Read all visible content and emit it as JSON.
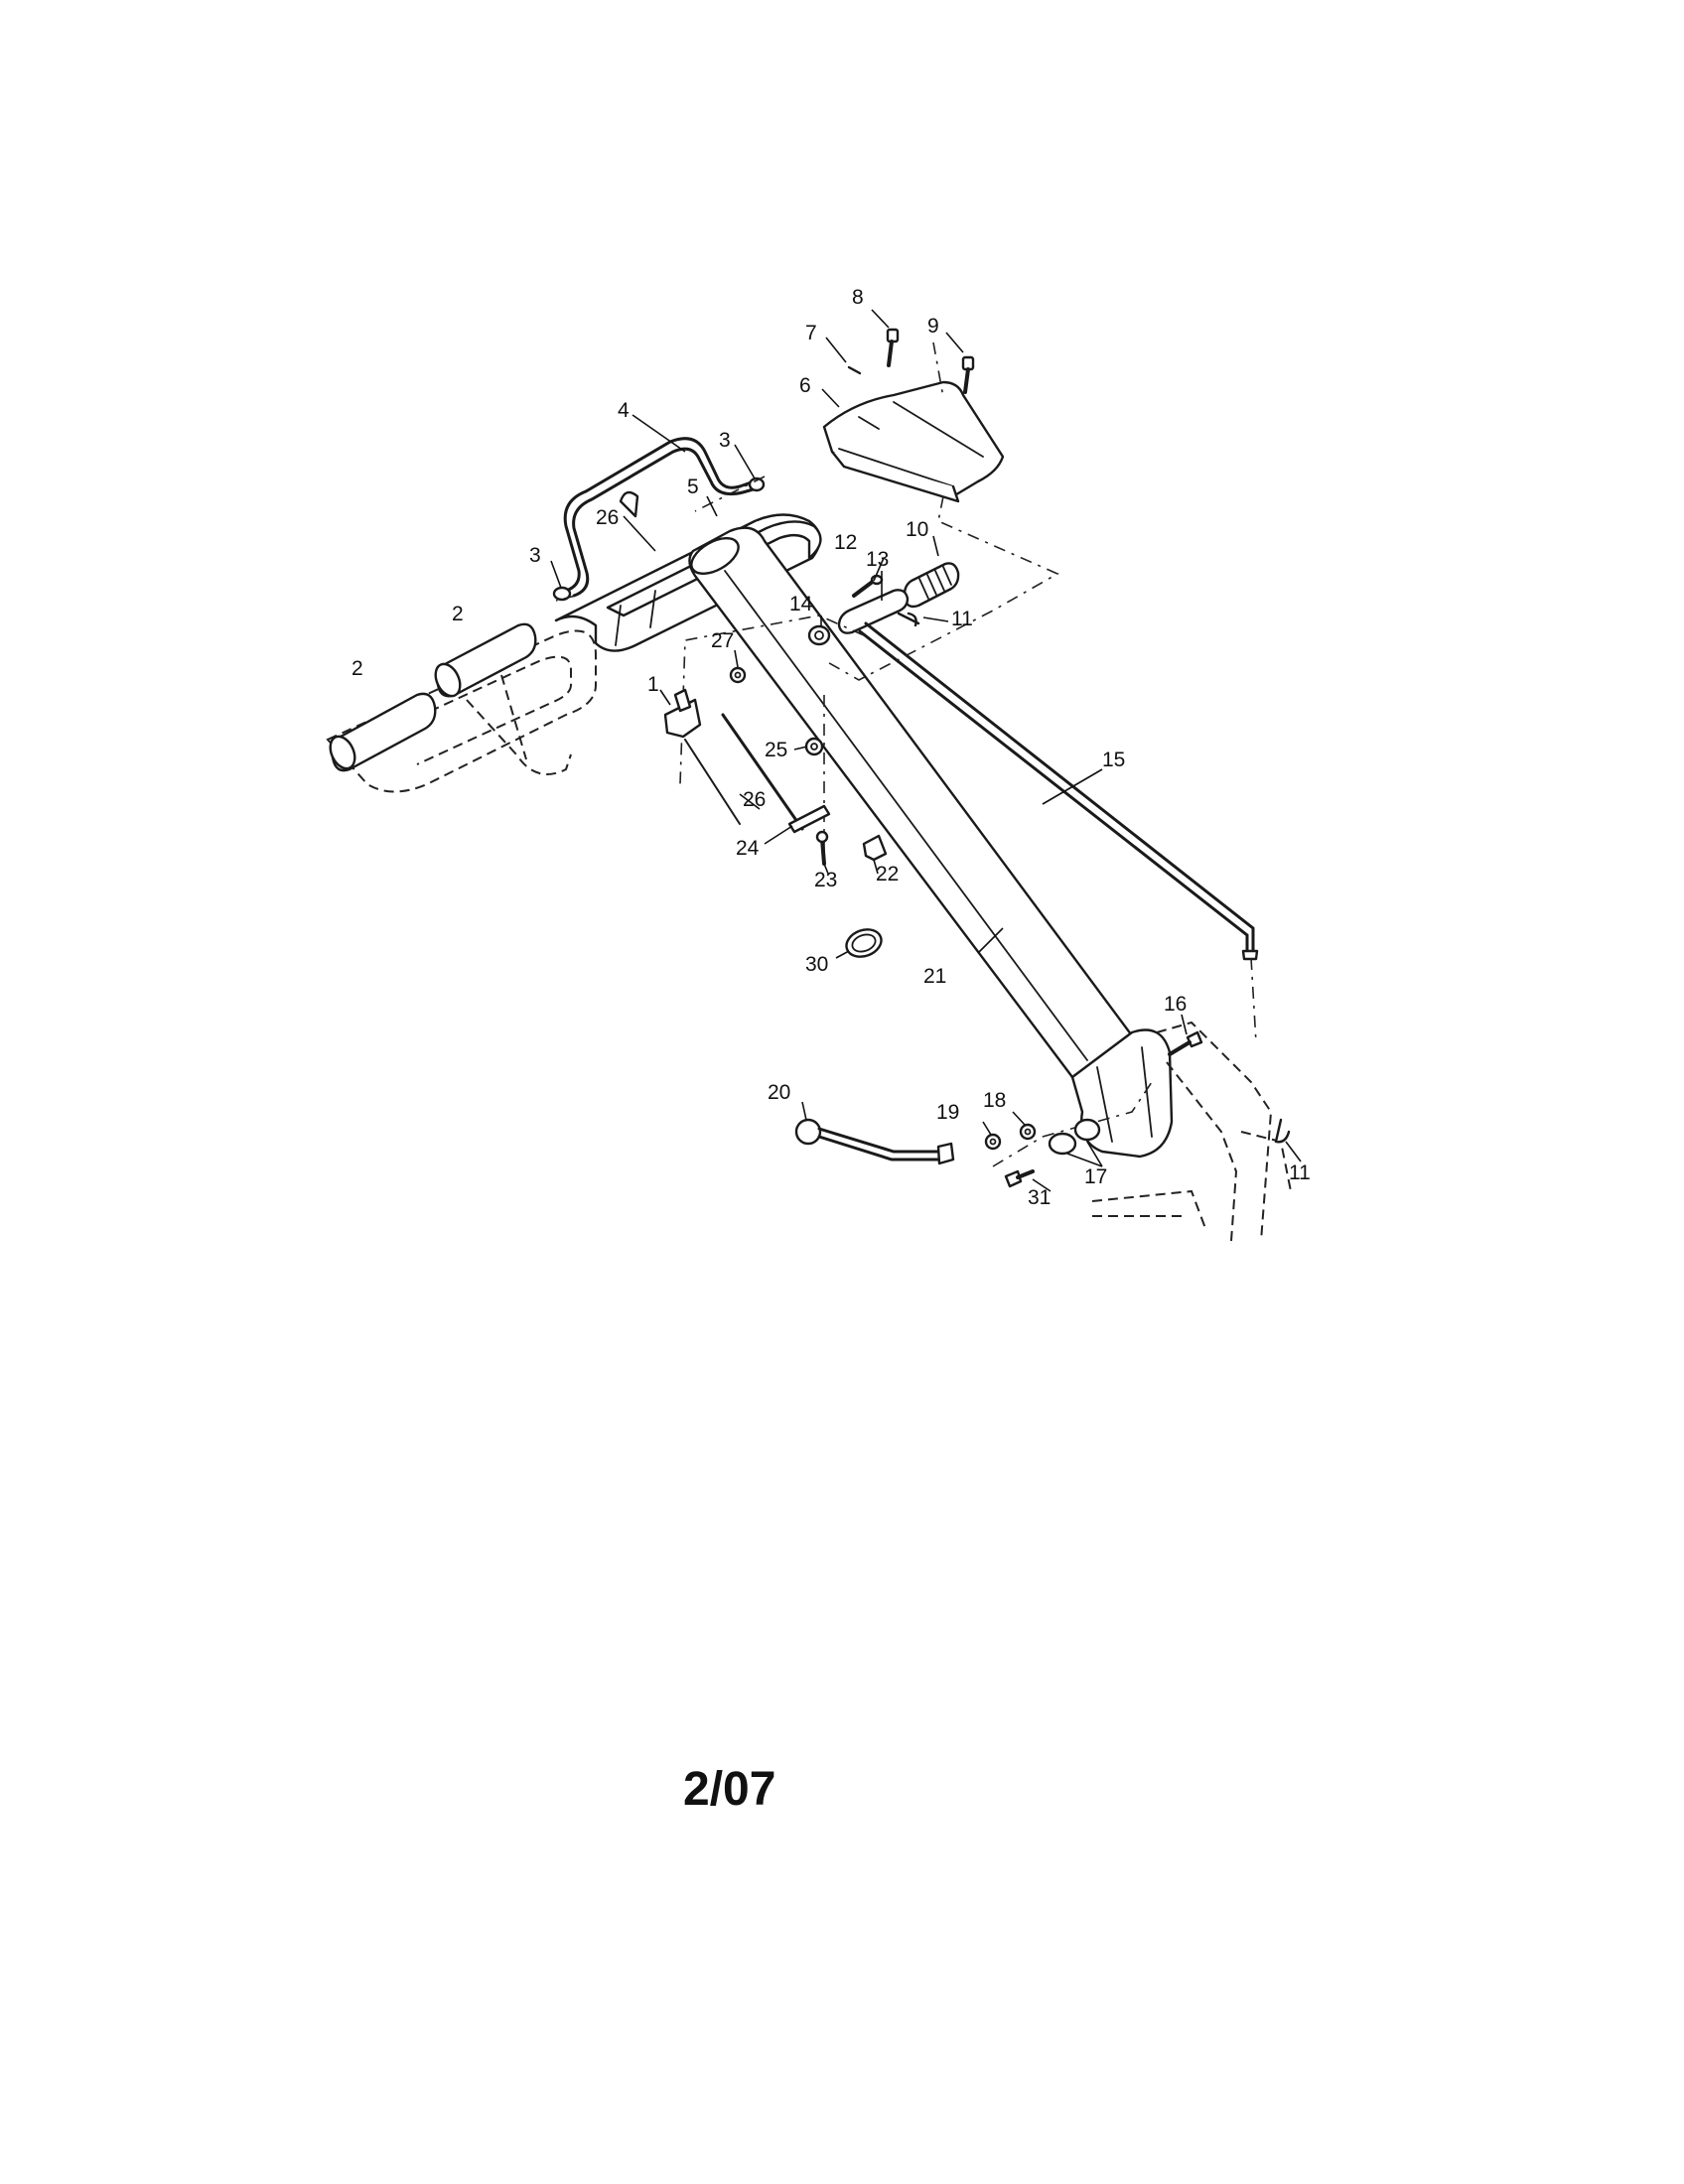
{
  "diagram": {
    "callouts": [
      "1",
      "2",
      "2",
      "3",
      "3",
      "4",
      "5",
      "6",
      "7",
      "8",
      "9",
      "10",
      "11",
      "11",
      "12",
      "13",
      "14",
      "15",
      "16",
      "17",
      "18",
      "19",
      "20",
      "21",
      "22",
      "23",
      "24",
      "25",
      "26",
      "26",
      "27",
      "30",
      "31"
    ]
  },
  "footer": {
    "date_code": "2/07"
  }
}
